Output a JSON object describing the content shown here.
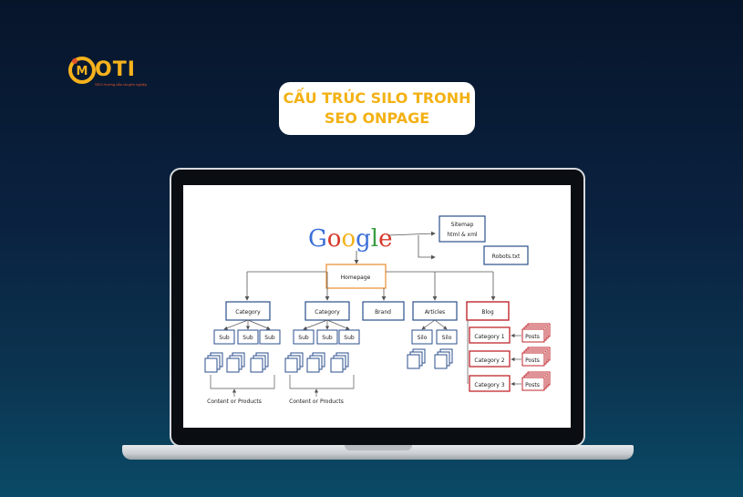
{
  "brand": {
    "logo_text": "OTI",
    "logo_initial": "M",
    "tagline": "SEO Hướng dẫn chuyên nghiệp"
  },
  "title": {
    "line1": "CẤU TRÚC SILO TRONH",
    "line2": "SEO ONPAGE"
  },
  "diagram": {
    "google": [
      "G",
      "o",
      "o",
      "g",
      "l",
      "e"
    ],
    "google_colors": [
      "#3b6fd8",
      "#d8392b",
      "#f1b21a",
      "#3b6fd8",
      "#3a9d42",
      "#d8392b"
    ],
    "sitemap_line1": "Sitemap",
    "sitemap_line2": "html & xml",
    "robots": "Robots.txt",
    "homepage": "Homepage",
    "category_1": "Category",
    "category_2": "Category",
    "brand": "Brand",
    "articles": "Articles",
    "blog": "Blog",
    "sub": "Sub",
    "silo": "Silo",
    "content_label_1": "Content or Products",
    "content_label_2": "Content or Products",
    "blog_categories": [
      "Category 1",
      "Category 2",
      "Category 3"
    ],
    "posts": "Posts",
    "colors": {
      "blue": "#2b4f8c",
      "orange": "#e88b2d",
      "red": "#c0272d"
    }
  }
}
